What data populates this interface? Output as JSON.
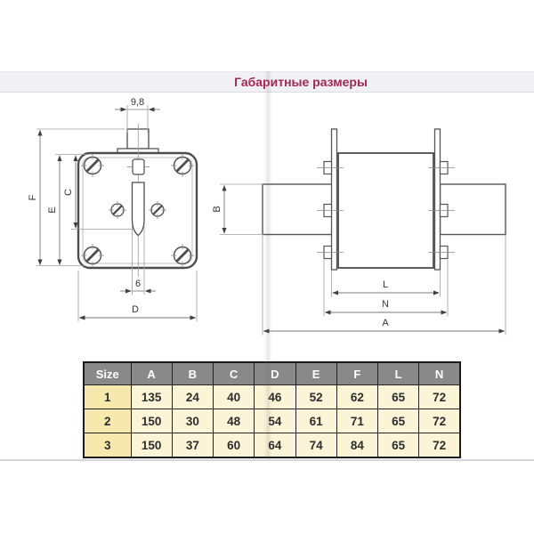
{
  "page": {
    "title": "Габаритные размеры",
    "title_color": "#a02951",
    "background": "#ffffff",
    "header_bar_bg": "#f1f1f4"
  },
  "front_view": {
    "labels": {
      "tab_width": "9,8",
      "height_total": "F",
      "height_body": "E",
      "height_striker": "C",
      "striker_width": "6",
      "width_body": "D"
    }
  },
  "side_view": {
    "labels": {
      "blade_height": "B",
      "width_plates": "L",
      "width_clips": "N",
      "width_total": "A"
    }
  },
  "table": {
    "headers": [
      "Size",
      "A",
      "B",
      "C",
      "D",
      "E",
      "F",
      "L",
      "N"
    ],
    "rows": [
      [
        "1",
        "135",
        "24",
        "40",
        "46",
        "52",
        "62",
        "65",
        "72"
      ],
      [
        "2",
        "150",
        "30",
        "48",
        "54",
        "61",
        "71",
        "65",
        "72"
      ],
      [
        "3",
        "150",
        "37",
        "60",
        "64",
        "74",
        "84",
        "65",
        "72"
      ]
    ],
    "colors": {
      "header_bg": "#898989",
      "header_text": "#ffffff",
      "size_column_bg": "#f7e9ae",
      "cell_bg": "#fbf4d6",
      "border": "#222222"
    }
  }
}
